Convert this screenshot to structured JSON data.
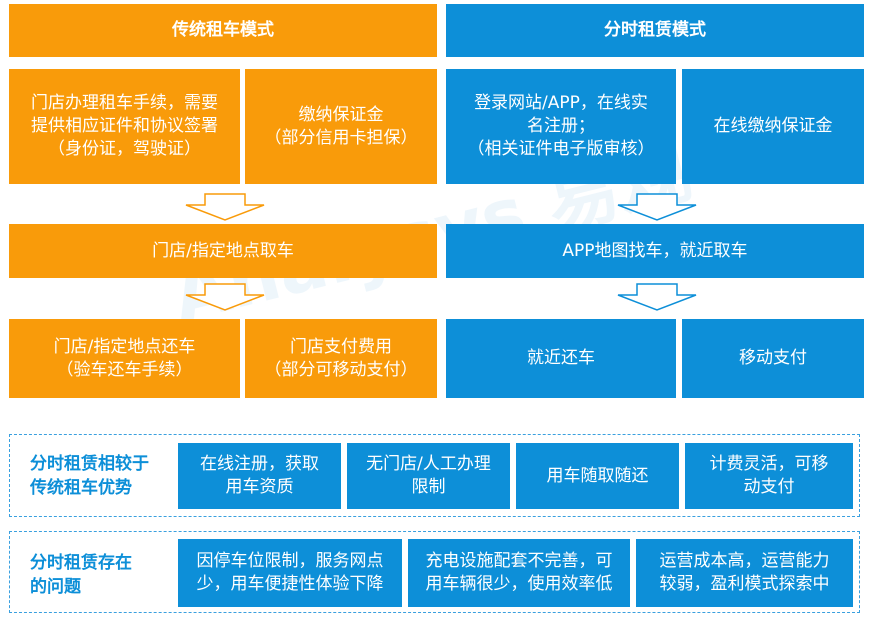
{
  "colors": {
    "orange": "#f99b0a",
    "blue": "#0d8fd8",
    "watermark": "#cfe6f5",
    "dashed_border": "#3aa0df"
  },
  "watermark": {
    "text": "Analysys 易观"
  },
  "traditional": {
    "title": "传统租车模式",
    "step1": [
      "门店办理租车手续，需要\n提供相应证件和协议签署\n（身份证，驾驶证）",
      "缴纳保证金\n（部分信用卡担保）"
    ],
    "step2": "门店/指定地点取车",
    "step3": [
      "门店/指定地点还车\n（验车还车手续）",
      "门店支付费用\n（部分可移动支付）"
    ]
  },
  "timeshare": {
    "title": "分时租赁模式",
    "step1": [
      "登录网站/APP，在线实\n名注册；\n（相关证件电子版审核）",
      "在线缴纳保证金"
    ],
    "step2": "APP地图找车，就近取车",
    "step3": [
      "就近还车",
      "移动支付"
    ]
  },
  "advantages": {
    "label": "分时租赁相较于\n传统租车优势",
    "items": [
      "在线注册，获取\n用车资质",
      "无门店/人工办理\n限制",
      "用车随取随还",
      "计费灵活，可移\n动支付"
    ]
  },
  "problems": {
    "label": "分时租赁存在\n的问题",
    "items": [
      "因停车位限制，服务网点\n少，用车便捷性体验下降",
      "充电设施配套不完善，可\n用车辆很少，使用效率低",
      "运营成本高，运营能力\n较弱，盈利模式探索中"
    ]
  }
}
